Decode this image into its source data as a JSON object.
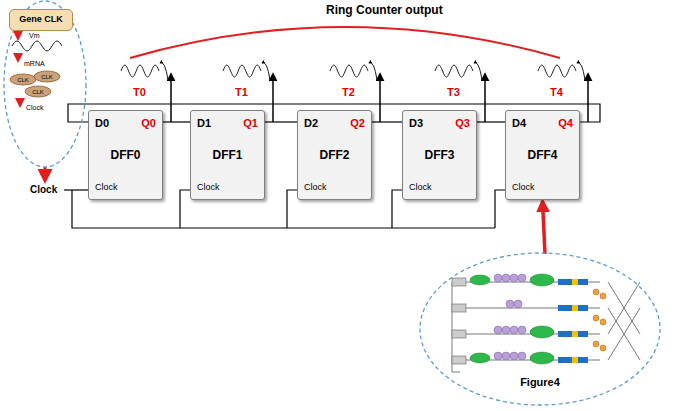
{
  "diagram": {
    "nodes": [
      {
        "text": [
          "Vm",
          "mRNA",
          "Clock"
        ]
      },
      {
        "text": [
          "Gene CLK"
        ],
        "in": 0
      },
      {
        "text": [
          "CLK"
        ],
        "in": 0
      },
      {
        "text": [
          "CLK"
        ],
        "in": 0
      },
      {
        "text": [
          "CLK"
        ],
        "in": 0
      },
      {
        "text": [
          "D0",
          "Q0",
          "DFF0",
          "Clock"
        ]
      },
      {
        "text": [
          "D1",
          "Q1",
          "DFF1",
          "Clock"
        ]
      },
      {
        "text": [
          "D2",
          "Q2",
          "DFF2",
          "Clock"
        ]
      },
      {
        "text": [
          "D3",
          "Q3",
          "DFF3",
          "Clock"
        ]
      },
      {
        "text": [
          "D4",
          "Q4",
          "DFF4",
          "Clock"
        ]
      },
      {
        "text": [
          "Figure4"
        ]
      }
    ],
    "edges": [
      {
        "from": 5,
        "to": 6,
        "arrow": "none"
      },
      {
        "from": 6,
        "to": 7,
        "arrow": "none"
      },
      {
        "from": 7,
        "to": 8,
        "arrow": "none"
      },
      {
        "from": 8,
        "to": 9,
        "arrow": "none"
      },
      {
        "from": 9,
        "to": 5,
        "arrow": "none"
      },
      {
        "from": 10,
        "to": 9,
        "arrow": "to"
      }
    ],
    "labels": [
      "Ring Counter output",
      "T0",
      "T1",
      "T2",
      "T3",
      "T4",
      "Clock"
    ]
  }
}
